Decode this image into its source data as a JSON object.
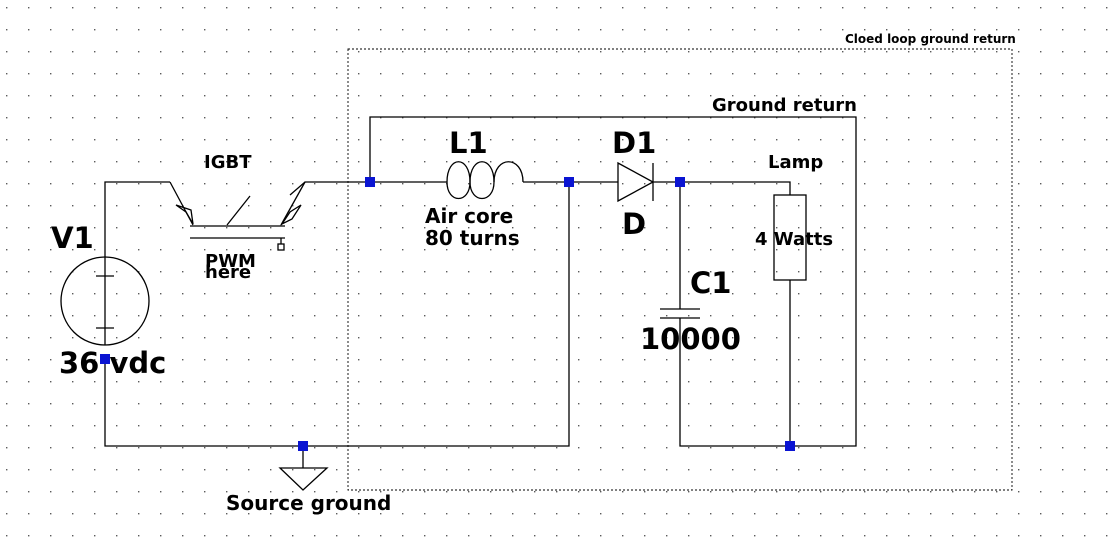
{
  "labels": {
    "v1_name": "V1",
    "v1_value": "36 vdc",
    "igbt": "IGBT",
    "pwm": "PWM",
    "here": "here",
    "l1_name": "L1",
    "l1_desc1": "Air core",
    "l1_desc2": "80 turns",
    "d1_name": "D1",
    "d1_value": "D",
    "c1_name": "C1",
    "c1_value": "10000",
    "lamp": "Lamp",
    "lamp_value": "4 Watts",
    "ground_return": "Ground return",
    "closed_loop": "Cloed loop ground return",
    "source_ground": "Source ground"
  },
  "colors": {
    "wire": "#000000",
    "junction": "#0a14d2",
    "grid_dot": "#5a5a5a",
    "background": "#ffffff"
  }
}
